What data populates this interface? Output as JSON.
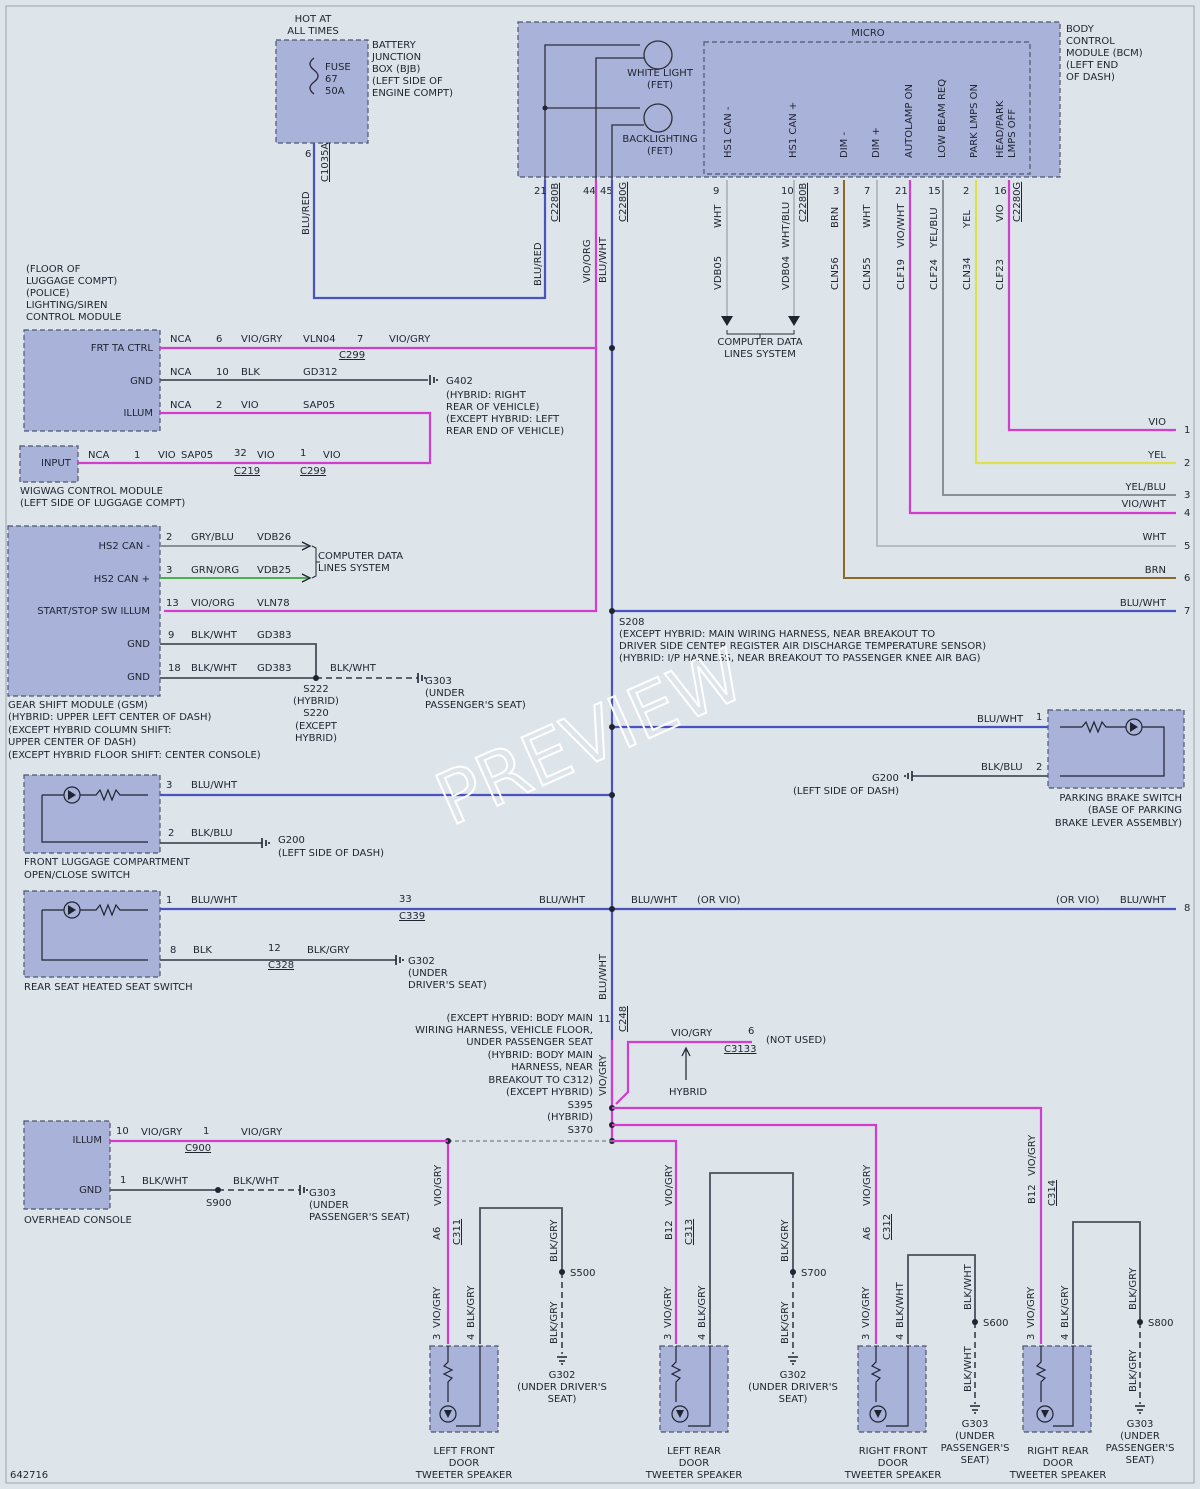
{
  "figure_id": "642716",
  "watermark": "PREVIEW",
  "bjb": {
    "hot": [
      "HOT AT",
      "ALL TIMES"
    ],
    "fuse": [
      "FUSE",
      "67",
      "50A"
    ],
    "name": [
      "BATTERY",
      "JUNCTION",
      "BOX (BJB)",
      "(LEFT SIDE OF",
      "ENGINE COMPT)"
    ],
    "pin": "6",
    "conn": "C1035A",
    "wire": "BLU/RED"
  },
  "bcm": {
    "name": [
      "BODY",
      "CONTROL",
      "MODULE (BCM)",
      "(LEFT END",
      "OF DASH)"
    ],
    "micro": "MICRO",
    "white_light": [
      "WHITE LIGHT",
      "(FET)"
    ],
    "backlighting": [
      "BACKLIGHTING",
      "(FET)"
    ],
    "pins": [
      {
        "label": "HS1 CAN -",
        "pin": "9",
        "wire": "WHT",
        "circuit": "VDB05"
      },
      {
        "label": "HS1 CAN +",
        "pin": "10",
        "wire": "WHT/BLU",
        "circuit": "VDB04"
      },
      {
        "label": "DIM -",
        "pin": "3",
        "wire": "BRN",
        "circuit": "CLN56"
      },
      {
        "label": "DIM +",
        "pin": "7",
        "wire": "WHT",
        "circuit": "CLN55"
      },
      {
        "label": "AUTOLAMP ON",
        "pin": "21",
        "wire": "VIO/WHT",
        "circuit": "CLF19"
      },
      {
        "label": "LOW BEAM REQ",
        "pin": "15",
        "wire": "YEL/BLU",
        "circuit": "CLF24"
      },
      {
        "label": "PARK LMPS ON",
        "pin": "2",
        "wire": "YEL",
        "circuit": "CLN34"
      },
      {
        "label": "HEAD/PARK LMPS OFF",
        "pin": "16",
        "wire": "VIO",
        "circuit": "CLF23"
      }
    ],
    "left_pins": [
      {
        "pin": "21",
        "wire": "BLU/RED"
      },
      {
        "pin": "44",
        "wire": "VIO/ORG"
      },
      {
        "pin": "45",
        "wire": "BLU/WHT"
      }
    ],
    "conn_a": "C2280B",
    "conn_b": "C2280G",
    "conn_c": "C2280B",
    "conn_d": "C2280G",
    "computer_data": [
      "COMPUTER DATA",
      "LINES SYSTEM"
    ]
  },
  "right_outputs": [
    {
      "n": "1",
      "wire": "VIO"
    },
    {
      "n": "2",
      "wire": "YEL"
    },
    {
      "n": "3",
      "wire": "YEL/BLU"
    },
    {
      "n": "4",
      "wire": "VIO/WHT"
    },
    {
      "n": "5",
      "wire": "WHT"
    },
    {
      "n": "6",
      "wire": "BRN"
    },
    {
      "n": "7",
      "wire": "BLU/WHT"
    },
    {
      "n": "8",
      "wire": "BLU/WHT"
    }
  ],
  "police_module": {
    "name": [
      "(FLOOR OF",
      "LUGGAGE COMPT)",
      "(POLICE)",
      "LIGHTING/SIREN",
      "CONTROL MODULE"
    ],
    "rows": [
      {
        "label": "FRT TA CTRL",
        "nca": "NCA",
        "pin": "6",
        "wire": "VIO/GRY",
        "circuit": "VLN04",
        "pin2": "7",
        "conn": "C299",
        "wire2": "VIO/GRY"
      },
      {
        "label": "GND",
        "nca": "NCA",
        "pin": "10",
        "wire": "BLK",
        "circuit": "GD312",
        "ground": "G402",
        "gnd_note": [
          "(HYBRID: RIGHT",
          "REAR OF VEHICLE)",
          "(EXCEPT HYBRID: LEFT",
          "REAR END OF VEHICLE)"
        ]
      },
      {
        "label": "ILLUM",
        "nca": "NCA",
        "pin": "2",
        "wire": "VIO",
        "circuit": "SAP05"
      }
    ]
  },
  "wigwag": {
    "label": "INPUT",
    "name": [
      "WIGWAG CONTROL MODULE",
      "(LEFT SIDE OF LUGGAGE COMPT)"
    ],
    "nca": "NCA",
    "pin": "1",
    "wire": "VIO",
    "circuit": "SAP05",
    "pin2": "32",
    "wire2": "VIO",
    "conn2": "C219",
    "pin3": "1",
    "wire3": "VIO",
    "conn3": "C299"
  },
  "gsm": {
    "name": [
      "GEAR SHIFT MODULE (GSM)",
      "(HYBRID: UPPER LEFT CENTER OF DASH)",
      "(EXCEPT HYBRID COLUMN SHIFT:",
      "UPPER CENTER OF DASH)",
      "(EXCEPT HYBRID FLOOR SHIFT: CENTER CONSOLE)"
    ],
    "rows": [
      {
        "label": "HS2 CAN -",
        "pin": "2",
        "wire": "GRY/BLU",
        "circuit": "VDB26"
      },
      {
        "label": "HS2 CAN +",
        "pin": "3",
        "wire": "GRN/ORG",
        "circuit": "VDB25"
      },
      {
        "label": "START/STOP SW ILLUM",
        "pin": "13",
        "wire": "VIO/ORG",
        "circuit": "VLN78"
      },
      {
        "label": "GND",
        "pin": "9",
        "wire": "BLK/WHT",
        "circuit": "GD383"
      },
      {
        "label": "GND",
        "pin": "18",
        "wire": "BLK/WHT",
        "circuit": "GD383"
      }
    ],
    "computer_data": [
      "COMPUTER DATA",
      "LINES SYSTEM"
    ],
    "splice": [
      "S222",
      "(HYBRID)",
      "S220",
      "(EXCEPT",
      "HYBRID)"
    ],
    "gnd_wire": "BLK/WHT",
    "ground": [
      "G303",
      "(UNDER",
      "PASSENGER'S SEAT)"
    ]
  },
  "s208": [
    "S208",
    "(EXCEPT HYBRID: MAIN WIRING HARNESS, NEAR BREAKOUT TO",
    "DRIVER SIDE CENTER REGISTER AIR DISCHARGE TEMPERATURE SENSOR)",
    "(HYBRID: I/P HARNESS, NEAR BREAKOUT TO PASSENGER KNEE AIR BAG)"
  ],
  "parking_brake": {
    "name": [
      "PARKING BRAKE SWITCH",
      "(BASE OF PARKING",
      "BRAKE LEVER ASSEMBLY)"
    ],
    "pin1": "1",
    "wire1": "BLU/WHT",
    "pin2": "2",
    "wire2": "BLK/BLU",
    "ground": [
      "G200",
      "(LEFT SIDE OF DASH)"
    ]
  },
  "front_luggage": {
    "name": [
      "FRONT LUGGAGE COMPARTMENT",
      "OPEN/CLOSE SWITCH"
    ],
    "pin1": "3",
    "wire1": "BLU/WHT",
    "pin2": "2",
    "wire2": "BLK/BLU",
    "ground": [
      "G200",
      "(LEFT SIDE OF DASH)"
    ]
  },
  "rear_seat": {
    "name": "REAR SEAT HEATED SEAT SWITCH",
    "pin1": "1",
    "wire1": "BLU/WHT",
    "pin1b": "33",
    "conn1": "C339",
    "wire1b": "BLU/WHT",
    "wire1c": "BLU/WHT",
    "or_vio_a": "(OR VIO)",
    "or_vio_b": "(OR VIO)",
    "wire1d": "BLU/WHT",
    "pin2": "8",
    "wire2": "BLK",
    "pin2b": "12",
    "conn2": "C328",
    "wire2b": "BLK/GRY",
    "ground": [
      "G302",
      "(UNDER",
      "DRIVER'S SEAT)"
    ]
  },
  "c248": {
    "wire_top": "BLU/WHT",
    "pin": "11",
    "conn": "C248",
    "wire_bot": "VIO/GRY",
    "note": [
      "(EXCEPT HYBRID: BODY MAIN",
      "WIRING HARNESS, VEHICLE FLOOR,",
      "UNDER PASSENGER SEAT",
      "(HYBRID: BODY MAIN",
      "HARNESS, NEAR",
      "BREAKOUT TO C312)",
      "(EXCEPT HYBRID)",
      "S395",
      "(HYBRID)",
      "S370"
    ],
    "c3133_wire": "VIO/GRY",
    "c3133_pin": "6",
    "c3133": "C3133",
    "not_used": "(NOT USED)",
    "hybrid": "HYBRID"
  },
  "overhead": {
    "name": "OVERHEAD CONSOLE",
    "illum": "ILLUM",
    "illum_pin": "10",
    "illum_wire": "VIO/GRY",
    "c900_pin": "1",
    "c900": "C900",
    "illum_wire2": "VIO/GRY",
    "gnd": "GND",
    "gnd_pin": "1",
    "gnd_wire": "BLK/WHT",
    "s900": "S900",
    "gnd_wire2": "BLK/WHT",
    "ground": [
      "G303",
      "(UNDER",
      "PASSENGER'S SEAT)"
    ]
  },
  "speakers": [
    {
      "name": [
        "LEFT FRONT",
        "DOOR",
        "TWEETER SPEAKER"
      ],
      "pin_a": "A6",
      "conn": "C311",
      "splice": "S500",
      "ground": [
        "G302",
        "(UNDER DRIVER'S",
        "SEAT)"
      ],
      "gnd_wire": "BLK/GRY"
    },
    {
      "name": [
        "LEFT REAR",
        "DOOR",
        "TWEETER SPEAKER"
      ],
      "pin_a": "B12",
      "conn": "C313",
      "splice": "S700",
      "ground": [
        "G302",
        "(UNDER DRIVER'S",
        "SEAT)"
      ],
      "gnd_wire": "BLK/GRY"
    },
    {
      "name": [
        "RIGHT FRONT",
        "DOOR",
        "TWEETER SPEAKER"
      ],
      "pin_a": "A6",
      "conn": "C312",
      "splice": "S600",
      "ground": [
        "G303",
        "(UNDER",
        "PASSENGER'S",
        "SEAT)"
      ],
      "gnd_wire": "BLK/WHT"
    },
    {
      "name": [
        "RIGHT REAR",
        "DOOR",
        "TWEETER SPEAKER"
      ],
      "pin_a": "B12",
      "conn": "C314",
      "splice": "S800",
      "ground": [
        "G303",
        "(UNDER",
        "PASSENGER'S",
        "SEAT)"
      ],
      "gnd_wire": "BLK/GRY"
    }
  ],
  "speaker_common": {
    "pin3": "3",
    "pin4": "4",
    "wire3": "VIO/GRY",
    "wire4": "BLK/GRY",
    "wire_top": "VIO/GRY"
  }
}
